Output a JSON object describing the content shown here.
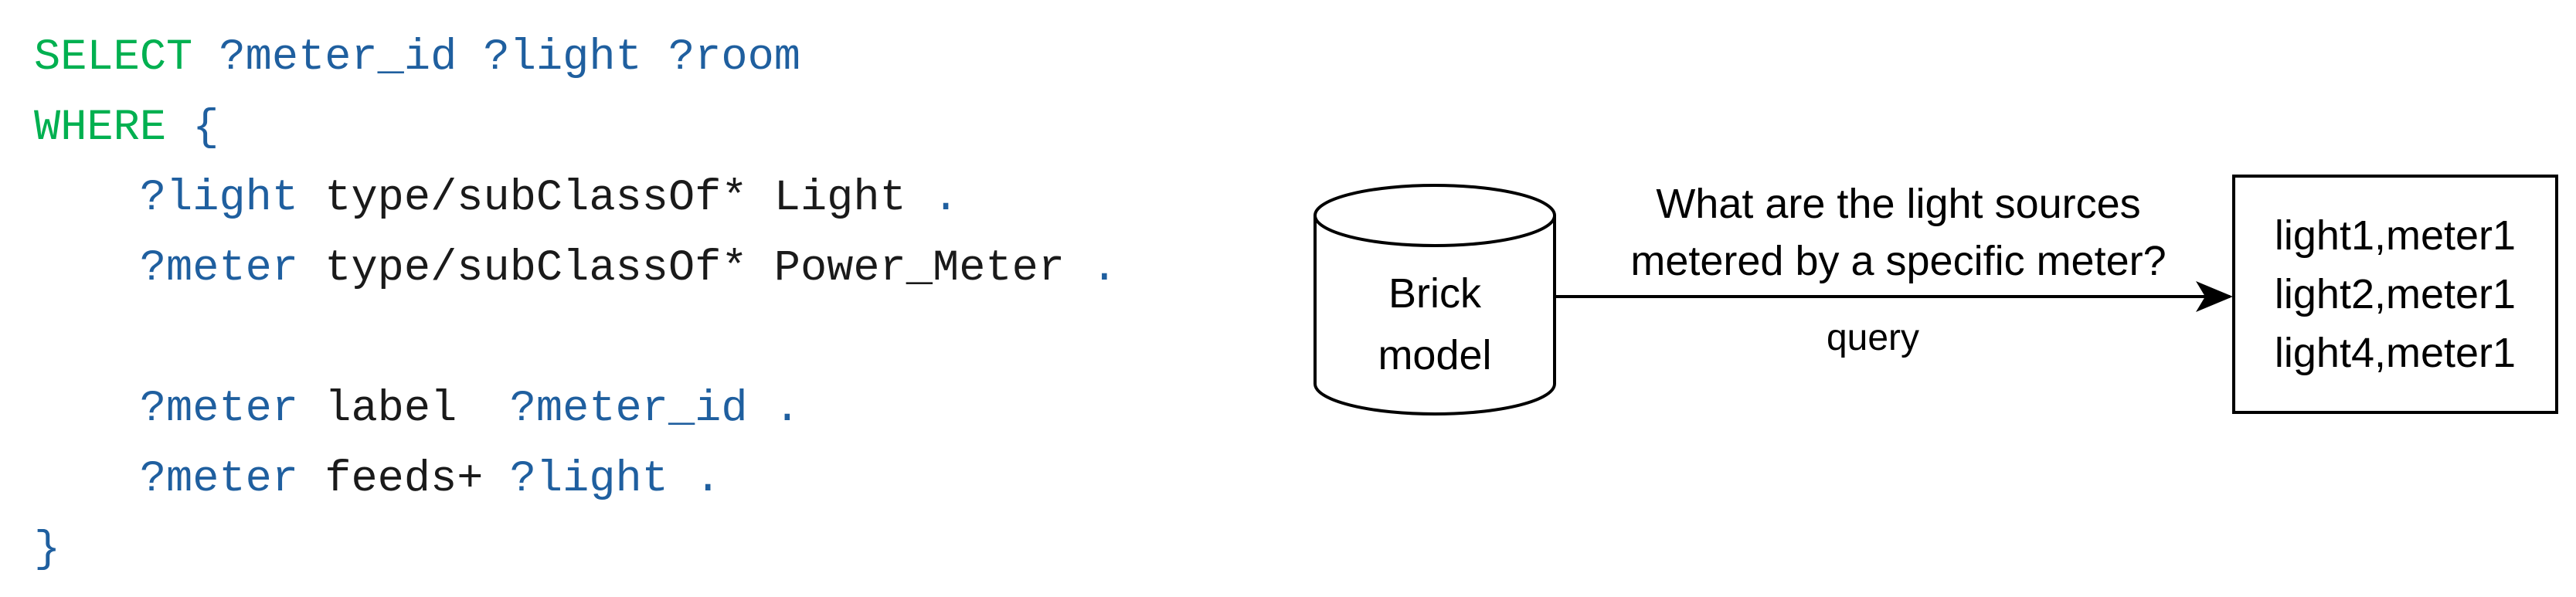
{
  "code": {
    "lines": [
      [
        {
          "t": "SELECT",
          "c": "kw"
        },
        {
          "t": " ",
          "c": "txt"
        },
        {
          "t": "?meter_id",
          "c": "var"
        },
        {
          "t": " ",
          "c": "txt"
        },
        {
          "t": "?light",
          "c": "var"
        },
        {
          "t": " ",
          "c": "txt"
        },
        {
          "t": "?room",
          "c": "var"
        }
      ],
      [
        {
          "t": "WHERE",
          "c": "kw"
        },
        {
          "t": " ",
          "c": "txt"
        },
        {
          "t": "{",
          "c": "brace"
        }
      ],
      [
        {
          "t": "    ",
          "c": "txt"
        },
        {
          "t": "?light",
          "c": "var"
        },
        {
          "t": " type/subClassOf* Light ",
          "c": "txt"
        },
        {
          "t": ".",
          "c": "var"
        }
      ],
      [
        {
          "t": "    ",
          "c": "txt"
        },
        {
          "t": "?meter",
          "c": "var"
        },
        {
          "t": " type/subClassOf* Power_Meter ",
          "c": "txt"
        },
        {
          "t": ".",
          "c": "var"
        }
      ],
      [],
      [
        {
          "t": "    ",
          "c": "txt"
        },
        {
          "t": "?meter",
          "c": "var"
        },
        {
          "t": " label  ",
          "c": "txt"
        },
        {
          "t": "?meter_id",
          "c": "var"
        },
        {
          "t": " .",
          "c": "var"
        }
      ],
      [
        {
          "t": "    ",
          "c": "txt"
        },
        {
          "t": "?meter",
          "c": "var"
        },
        {
          "t": " feeds+ ",
          "c": "txt"
        },
        {
          "t": "?light",
          "c": "var"
        },
        {
          "t": " .",
          "c": "var"
        }
      ],
      [
        {
          "t": "}",
          "c": "brace"
        }
      ]
    ]
  },
  "diagram": {
    "database_label": [
      "Brick",
      "model"
    ],
    "question_lines": [
      "What are the light sources",
      "metered by a specific meter?"
    ],
    "arrow_label": "query",
    "result_lines": [
      "light1,meter1",
      "light2,meter1",
      "light4,meter1"
    ]
  }
}
